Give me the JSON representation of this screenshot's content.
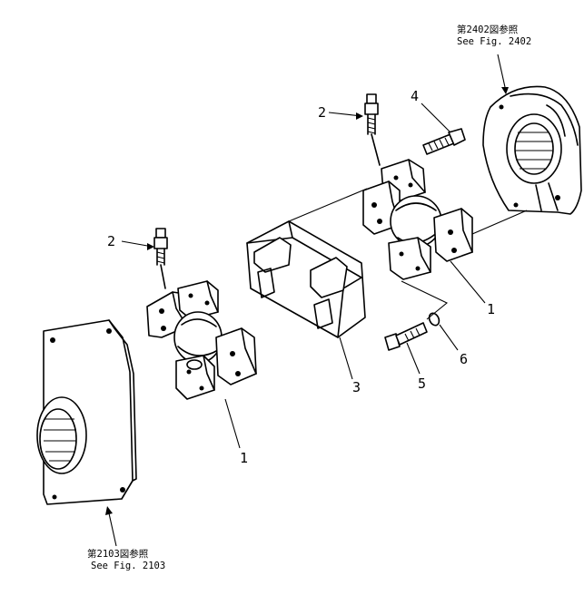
{
  "diagram": {
    "callouts": [
      {
        "id": "num-1-left",
        "text": "1"
      },
      {
        "id": "num-1-right",
        "text": "1"
      },
      {
        "id": "num-2-left",
        "text": "2"
      },
      {
        "id": "num-2-right",
        "text": "2"
      },
      {
        "id": "num-3",
        "text": "3"
      },
      {
        "id": "num-4",
        "text": "4"
      },
      {
        "id": "num-5",
        "text": "5"
      },
      {
        "id": "num-6",
        "text": "6"
      }
    ],
    "references": {
      "top": {
        "jp": "第2402図参照",
        "en": "See Fig. 2402"
      },
      "bottom": {
        "jp": "第2103図参照",
        "en": "See Fig. 2103"
      }
    }
  }
}
